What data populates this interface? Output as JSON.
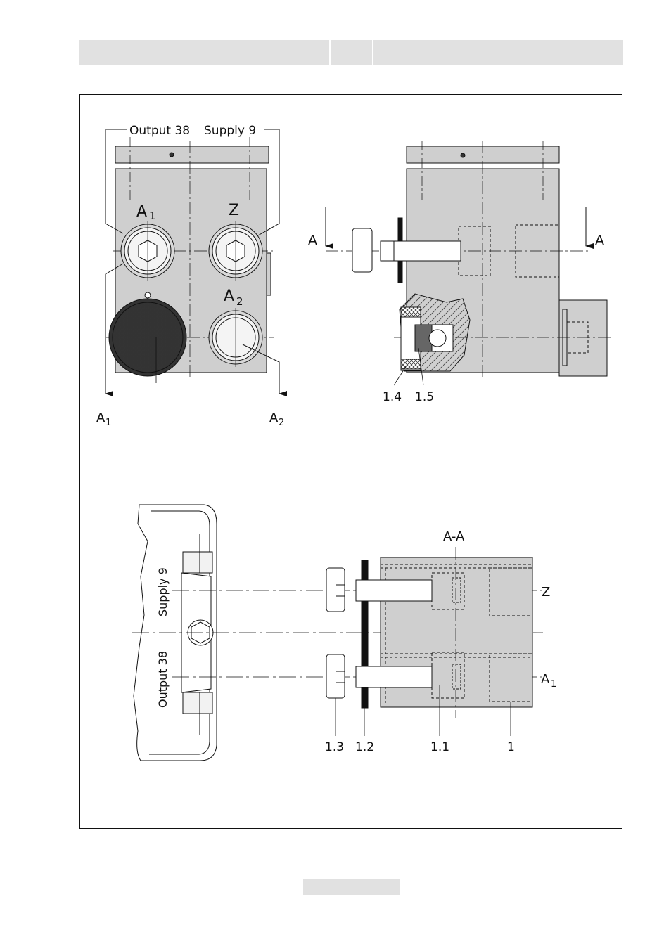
{
  "figure": {
    "view1": {
      "output_label": "Output 38",
      "supply_label": "Supply 9",
      "port_a1": "A",
      "port_a1_sub": "1",
      "port_z": "Z",
      "port_a2": "A",
      "port_a2_sub": "2",
      "arrow_a1": "A",
      "arrow_a1_sub": "1",
      "arrow_a2": "A",
      "arrow_a2_sub": "2"
    },
    "view2": {
      "section_left": "A",
      "section_right": "A",
      "callout_1_4": "1.4",
      "callout_1_5": "1.5"
    },
    "view3": {
      "section_title": "A-A",
      "adapter_supply": "Supply 9",
      "adapter_output": "Output 38",
      "port_z": "Z",
      "port_a1": "A",
      "port_a1_sub": "1",
      "callout_1_3": "1.3",
      "callout_1_2": "1.2",
      "callout_1_1": "1.1",
      "callout_1": "1"
    }
  }
}
